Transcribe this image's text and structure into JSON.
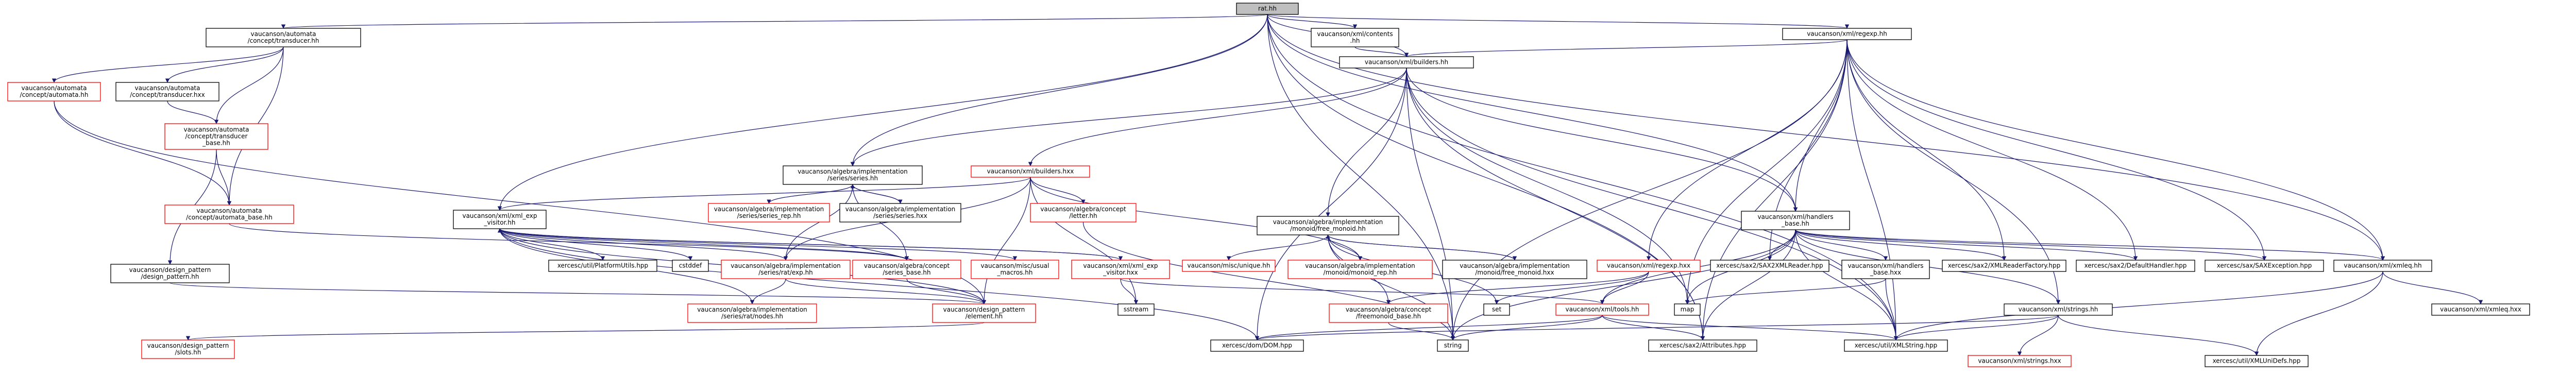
{
  "graph": {
    "root": "rat.hh",
    "nodes": [
      {
        "id": "root",
        "lines": [
          "rat.hh"
        ],
        "red": false,
        "root": true
      },
      {
        "id": "conceptTransducer",
        "lines": [
          "vaucanson/automata",
          "/concept/transducer.hh"
        ],
        "red": false
      },
      {
        "id": "xmlContents",
        "lines": [
          "vaucanson/xml/contents",
          ".hh"
        ],
        "red": false
      },
      {
        "id": "xmlRegexp",
        "lines": [
          "vaucanson/xml/regexp.hh"
        ],
        "red": false
      },
      {
        "id": "conceptAutomata",
        "lines": [
          "vaucanson/automata",
          "/concept/automata.hh"
        ],
        "red": true
      },
      {
        "id": "conceptTransducerHxx",
        "lines": [
          "vaucanson/automata",
          "/concept/transducer.hxx"
        ],
        "red": false
      },
      {
        "id": "xmlBuilders",
        "lines": [
          "vaucanson/xml/builders.hh"
        ],
        "red": false
      },
      {
        "id": "conceptTransducerBase",
        "lines": [
          "vaucanson/automata",
          "/concept/transducer",
          "_base.hh"
        ],
        "red": true
      },
      {
        "id": "seriesHh",
        "lines": [
          "vaucanson/algebra/implementation",
          "/series/series.hh"
        ],
        "red": false
      },
      {
        "id": "buildersHxx",
        "lines": [
          "vaucanson/xml/builders.hxx"
        ],
        "red": true
      },
      {
        "id": "conceptAutomataBase",
        "lines": [
          "vaucanson/automata",
          "/concept/automata_base.hh"
        ],
        "red": true
      },
      {
        "id": "seriesRep",
        "lines": [
          "vaucanson/algebra/implementation",
          "/series/series_rep.hh"
        ],
        "red": true
      },
      {
        "id": "seriesHxx",
        "lines": [
          "vaucanson/algebra/implementation",
          "/series/series.hxx"
        ],
        "red": false
      },
      {
        "id": "letterHh",
        "lines": [
          "vaucanson/algebra/concept",
          "/letter.hh"
        ],
        "red": true
      },
      {
        "id": "freeMonoid",
        "lines": [
          "vaucanson/algebra/implementation",
          "/monoid/free_monoid.hh"
        ],
        "red": false
      },
      {
        "id": "handlersBase",
        "lines": [
          "vaucanson/xml/handlers",
          "_base.hh"
        ],
        "red": false
      },
      {
        "id": "xmlXmlExpVisitor",
        "lines": [
          "vaucanson/xml/xml_exp",
          "_visitor.hh"
        ],
        "red": false
      },
      {
        "id": "designPattern",
        "lines": [
          "vaucanson/design_pattern",
          "/design_pattern.hh"
        ],
        "red": false
      },
      {
        "id": "platformUtils",
        "lines": [
          "xercesc/util/PlatformUtils.hpp"
        ],
        "red": false
      },
      {
        "id": "cstddef",
        "lines": [
          "cstddef"
        ],
        "red": false
      },
      {
        "id": "ratExp",
        "lines": [
          "vaucanson/algebra/implementation",
          "/series/rat/exp.hh"
        ],
        "red": true
      },
      {
        "id": "conceptSeriesBase",
        "lines": [
          "vaucanson/algebra/concept",
          "/series_base.hh"
        ],
        "red": true
      },
      {
        "id": "miscUsual",
        "lines": [
          "vaucanson/misc/usual",
          "_macros.hh"
        ],
        "red": true
      },
      {
        "id": "xmlExpVisitorHxx",
        "lines": [
          "vaucanson/xml/xml_exp",
          "_visitor.hxx"
        ],
        "red": true
      },
      {
        "id": "miscUnique",
        "lines": [
          "vaucanson/misc/unique.hh"
        ],
        "red": true
      },
      {
        "id": "monoidRep",
        "lines": [
          "vaucanson/algebra/implementation",
          "/monoid/monoid_rep.hh"
        ],
        "red": true
      },
      {
        "id": "freeMonoidHxx",
        "lines": [
          "vaucanson/algebra/implementation",
          "/monoid/free_monoid.hxx"
        ],
        "red": false
      },
      {
        "id": "regexpHxx",
        "lines": [
          "vaucanson/xml/regexp.hxx"
        ],
        "red": true
      },
      {
        "id": "saxReader",
        "lines": [
          "xercesc/sax2/SAX2XMLReader.hpp"
        ],
        "red": false
      },
      {
        "id": "handlersBaseHxx",
        "lines": [
          "vaucanson/xml/handlers",
          "_base.hxx"
        ],
        "red": false
      },
      {
        "id": "xmlReaderFactory",
        "lines": [
          "xercesc/sax2/XMLReaderFactory.hpp"
        ],
        "red": false
      },
      {
        "id": "defaultHandler",
        "lines": [
          "xercesc/sax2/DefaultHandler.hpp"
        ],
        "red": false
      },
      {
        "id": "saxException",
        "lines": [
          "xercesc/sax/SAXException.hpp"
        ],
        "red": false
      },
      {
        "id": "xmlEqHh",
        "lines": [
          "vaucanson/xml/xmleq.hh"
        ],
        "red": false
      },
      {
        "id": "ratNodes",
        "lines": [
          "vaucanson/algebra/implementation",
          "/series/rat/nodes.hh"
        ],
        "red": true
      },
      {
        "id": "designElement",
        "lines": [
          "vaucanson/design_pattern",
          "/element.hh"
        ],
        "red": true
      },
      {
        "id": "sstream",
        "lines": [
          "sstream"
        ],
        "red": false
      },
      {
        "id": "freemonoidBase",
        "lines": [
          "vaucanson/algebra/concept",
          "/freemonoid_base.hh"
        ],
        "red": true
      },
      {
        "id": "set",
        "lines": [
          "set"
        ],
        "red": false
      },
      {
        "id": "toolsHh",
        "lines": [
          "vaucanson/xml/tools.hh"
        ],
        "red": true
      },
      {
        "id": "map",
        "lines": [
          "map"
        ],
        "red": false
      },
      {
        "id": "strings",
        "lines": [
          "vaucanson/xml/strings.hh"
        ],
        "red": false
      },
      {
        "id": "xmlEqHxx",
        "lines": [
          "vaucanson/xml/xmleq.hxx"
        ],
        "red": false
      },
      {
        "id": "designSlots",
        "lines": [
          "vaucanson/design_pattern",
          "/slots.hh"
        ],
        "red": true
      },
      {
        "id": "domHpp",
        "lines": [
          "xercesc/dom/DOM.hpp"
        ],
        "red": false
      },
      {
        "id": "stringNode",
        "lines": [
          "string"
        ],
        "red": false
      },
      {
        "id": "attributes",
        "lines": [
          "xercesc/sax2/Attributes.hpp"
        ],
        "red": false
      },
      {
        "id": "xmlString",
        "lines": [
          "xercesc/util/XMLString.hpp"
        ],
        "red": false
      },
      {
        "id": "stringsHxx",
        "lines": [
          "vaucanson/xml/strings.hxx"
        ],
        "red": true
      },
      {
        "id": "xmlUniDefs",
        "lines": [
          "xercesc/util/XMLUniDefs.hpp"
        ],
        "red": false
      }
    ]
  }
}
